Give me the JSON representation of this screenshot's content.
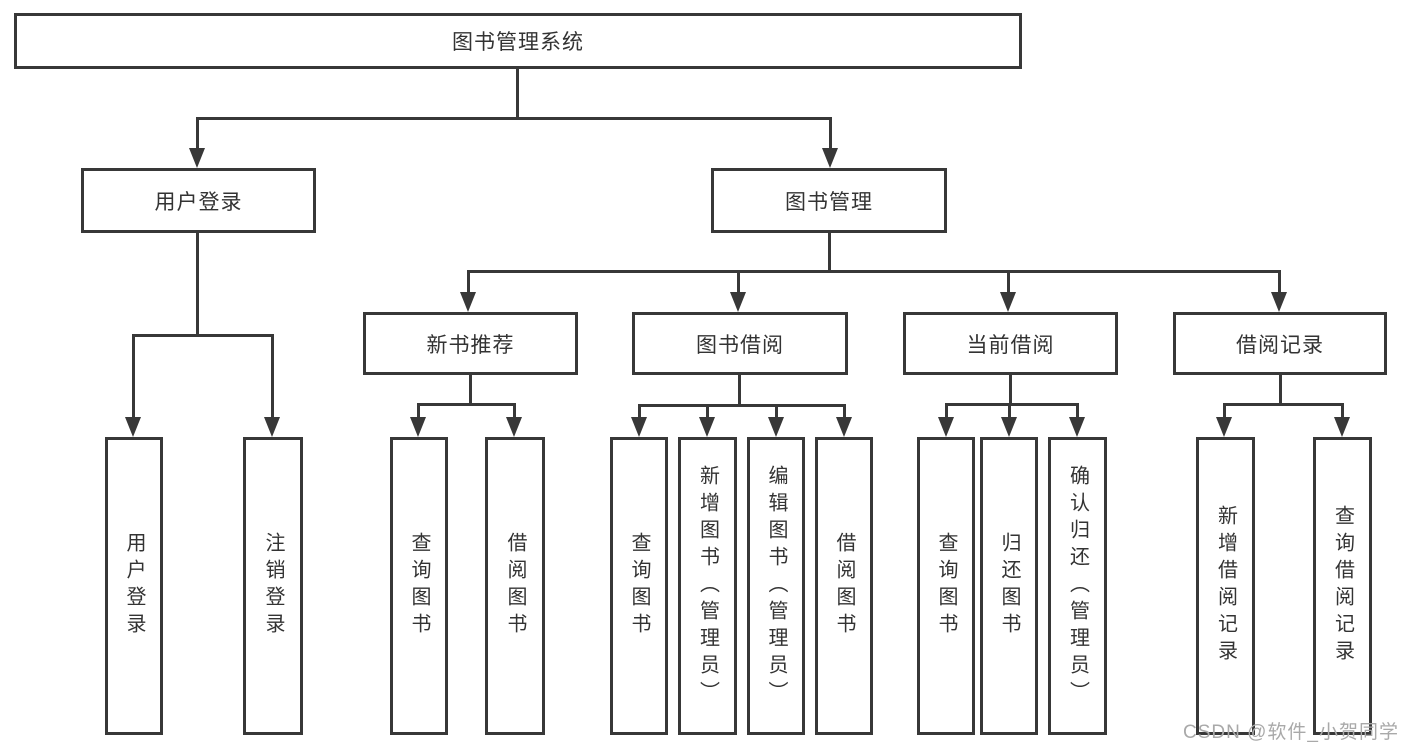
{
  "colors": {
    "line": "#383838",
    "text": "#333333",
    "background": "#ffffff",
    "watermark": "#a9a9a9"
  },
  "diagram": {
    "root": {
      "label": "图书管理系统"
    },
    "level1": [
      {
        "label": "用户登录"
      },
      {
        "label": "图书管理"
      }
    ],
    "level2": [
      {
        "label": "新书推荐"
      },
      {
        "label": "图书借阅"
      },
      {
        "label": "当前借阅"
      },
      {
        "label": "借阅记录"
      }
    ],
    "leaves": [
      {
        "label": "用户登录"
      },
      {
        "label": "注销登录"
      },
      {
        "label": "查询图书"
      },
      {
        "label": "借阅图书"
      },
      {
        "label": "查询图书"
      },
      {
        "label": "新增图书（管理员）"
      },
      {
        "label": "编辑图书（管理员）"
      },
      {
        "label": "借阅图书"
      },
      {
        "label": "查询图书"
      },
      {
        "label": "归还图书"
      },
      {
        "label": "确认归还（管理员）"
      },
      {
        "label": "新增借阅记录"
      },
      {
        "label": "查询借阅记录"
      }
    ]
  },
  "watermark": {
    "text": "CSDN @软件_小贺同学"
  }
}
